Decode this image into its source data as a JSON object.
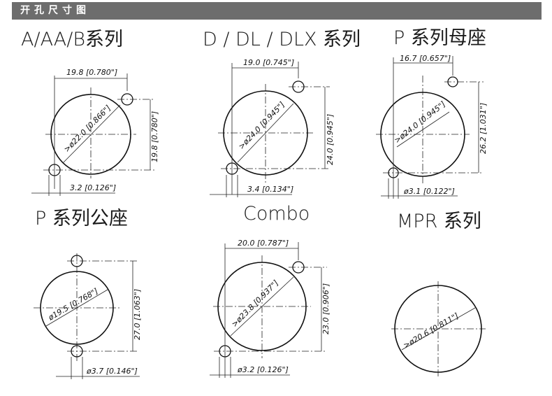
{
  "header": {
    "title": "开孔尺寸图"
  },
  "panels": [
    {
      "title": "A/AA/B系列",
      "dim_top": "19.8 [0.780\"]",
      "dim_side": "19.8 [0.780\"]",
      "dim_dia": ">ø22.0 [0.866\"]",
      "dim_hole": "3.2 [0.126\"]"
    },
    {
      "title": "D / DL / DLX 系列",
      "dim_top": "19.0 [0.745\"]",
      "dim_side": "24.0 [0.945\"]",
      "dim_dia": ">ø24.0 [0.945\"]",
      "dim_hole": "3.4 [0.134\"]"
    },
    {
      "title": "P 系列母座",
      "dim_top": "16.7 [0.657\"]",
      "dim_side": "26.2 [1.031\"]",
      "dim_dia": ">ø24.0 [0.945\"]",
      "dim_hole": "ø3.1 [0.122\"]"
    },
    {
      "title": "P 系列公座",
      "dim_side": "27.0 [1.063\"]",
      "dim_dia": "ø19.5 [0.768\"]",
      "dim_hole": "ø3.7 [0.146\"]"
    },
    {
      "title": "Combo",
      "dim_top": "20.0 [0.787\"]",
      "dim_side": "23.0 [0.906\"]",
      "dim_dia": ">ø23.8 [0.937\"]",
      "dim_hole": "ø3.2 [0.126\"]"
    },
    {
      "title": "MPR 系列",
      "dim_dia": ">ø20.6 [0.811\"]"
    }
  ]
}
